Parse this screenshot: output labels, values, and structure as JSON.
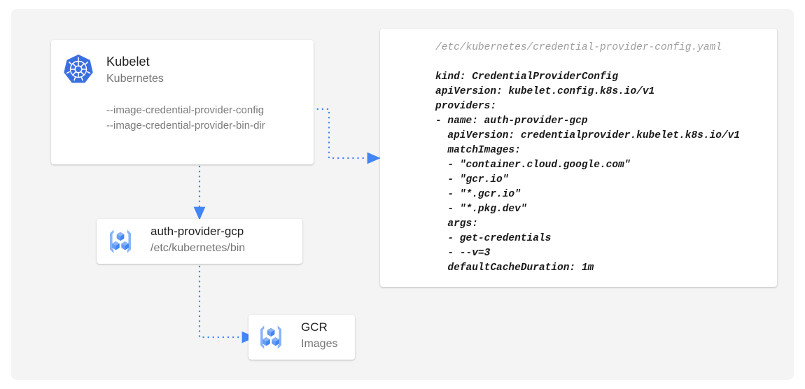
{
  "diagram": {
    "canvas_bg": "#f4f4f4",
    "accent_color": "#4285f4",
    "connector_color": "#4285f4"
  },
  "kubelet_card": {
    "icon": "kubernetes-logo-icon",
    "title": "Kubelet",
    "subtitle": "Kubernetes",
    "flags": [
      "--image-credential-provider-config",
      "--image-credential-provider-bin-dir"
    ]
  },
  "auth_provider_card": {
    "icon": "container-registry-icon",
    "title": "auth-provider-gcp",
    "subtitle": "/etc/kubernetes/bin"
  },
  "gcr_card": {
    "icon": "container-registry-icon",
    "title": "GCR",
    "subtitle": "Images"
  },
  "code_card": {
    "file_path": "/etc/kubernetes/credential-provider-config.yaml",
    "lines": [
      "kind: CredentialProviderConfig",
      "apiVersion: kubelet.config.k8s.io/v1",
      "providers:",
      "- name: auth-provider-gcp",
      "  apiVersion: credentialprovider.kubelet.k8s.io/v1",
      "  matchImages:",
      "  - \"container.cloud.google.com\"",
      "  - \"gcr.io\"",
      "  - \"*.gcr.io\"",
      "  - \"*.pkg.dev\"",
      "  args:",
      "  - get-credentials",
      "  - --v=3",
      "  defaultCacheDuration: 1m"
    ]
  }
}
